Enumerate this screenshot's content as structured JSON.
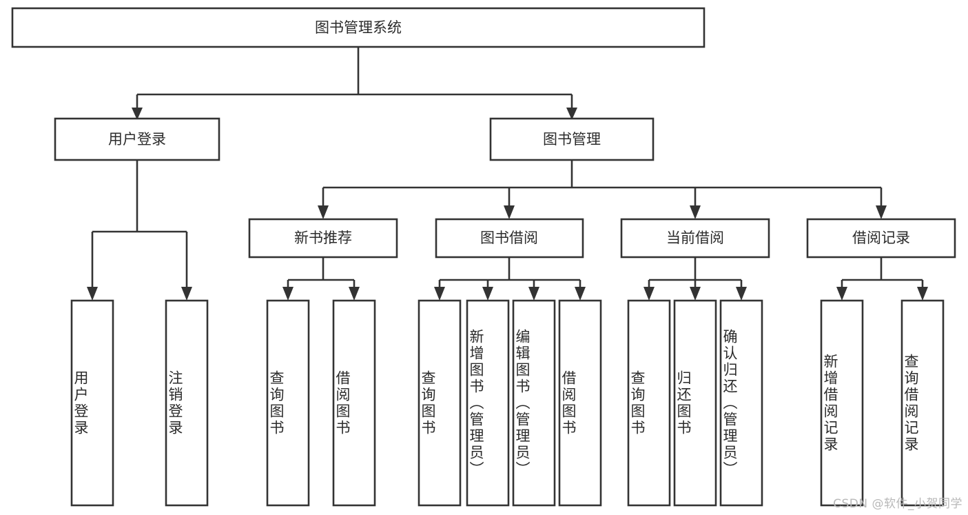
{
  "diagram": {
    "type": "tree",
    "title": "图书管理系统",
    "orientation": "top-down",
    "colors": {
      "node_fill": "#ffffff",
      "node_stroke": "#333333",
      "text": "#2b2b2b",
      "watermark": "#b8b8b8",
      "background": "#ffffff"
    },
    "root": {
      "label": "图书管理系统"
    },
    "level2": [
      {
        "label": "用户登录"
      },
      {
        "label": "图书管理"
      }
    ],
    "level3": [
      {
        "label": "新书推荐"
      },
      {
        "label": "图书借阅"
      },
      {
        "label": "当前借阅"
      },
      {
        "label": "借阅记录"
      }
    ],
    "leaves": {
      "user_login": [
        {
          "label": "用户登录"
        },
        {
          "label": "注销登录"
        }
      ],
      "new_book_recommend": [
        {
          "label": "查询图书"
        },
        {
          "label": "借阅图书"
        }
      ],
      "book_borrow": [
        {
          "label": "查询图书"
        },
        {
          "label": "新增图书（管理员）"
        },
        {
          "label": "编辑图书（管理员）"
        },
        {
          "label": "借阅图书"
        }
      ],
      "current_borrow": [
        {
          "label": "查询图书"
        },
        {
          "label": "归还图书"
        },
        {
          "label": "确认归还（管理员）"
        }
      ],
      "borrow_record": [
        {
          "label": "新增借阅记录"
        },
        {
          "label": "查询借阅记录"
        }
      ]
    }
  },
  "watermark": {
    "text": "CSDN @软件_小贺同学"
  }
}
